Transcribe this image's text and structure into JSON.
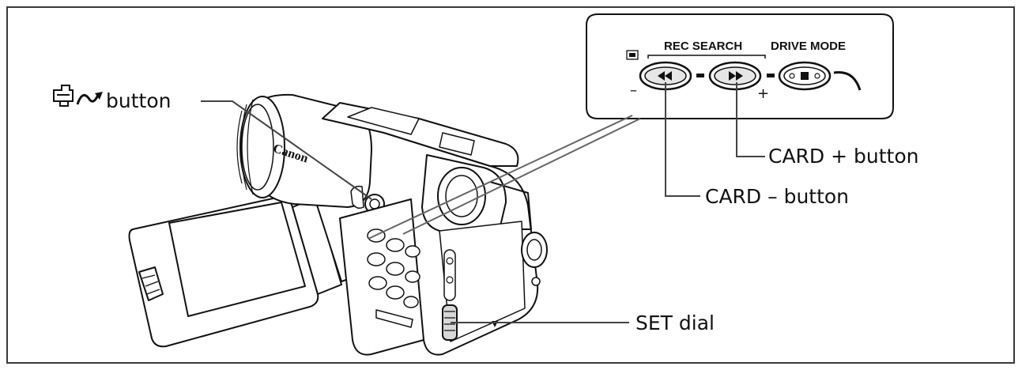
{
  "callouts": {
    "print_share": "button",
    "card_plus": "CARD + button",
    "card_minus": "CARD – button",
    "set_dial": "SET dial"
  },
  "inset": {
    "rec_search": "REC SEARCH",
    "drive_mode": "DRIVE MODE",
    "minus_sign": "–",
    "plus_sign": "+"
  },
  "camera": {
    "brand": "Canon"
  },
  "icons": [
    "print-icon",
    "share-wave-icon",
    "rewind-icon",
    "fast-forward-icon",
    "stop-icon",
    "card-icon"
  ],
  "colors": {
    "line": "#111111",
    "button_fill": "#e6e6e6",
    "frame": "#3a3a3a"
  }
}
